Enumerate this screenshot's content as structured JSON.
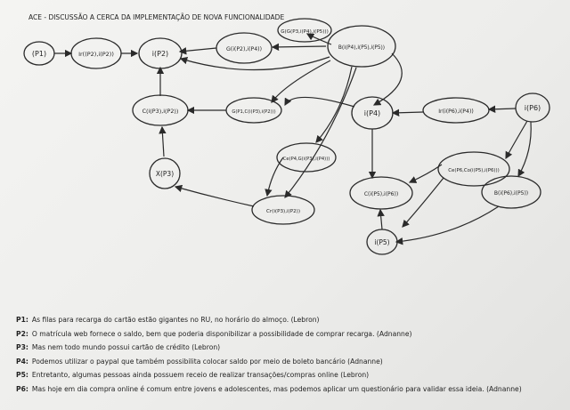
{
  "title": "ACE - DISCUSSÃO A CERCA DA IMPLEMENTAÇÃO DE NOVA FUNCIONALIDADE",
  "nodes": {
    "p1": "(P1)",
    "ir_p2p2": "Ir((P2),i(P2))",
    "i_p2": "i(P2)",
    "g_p2p4": "G(i(P2),i(P4))",
    "g_p3p4p5": "G(G(P3,i(P4),i(P5)))",
    "b_p4p5": "B(i(P4),i(P5),i(P5))",
    "c_p3p2": "C(i(P3),i(P2))",
    "cg_p1": "G(P1,C(i(P3),i(P2)))",
    "i_p4": "i(P4)",
    "ir_p6": "Ir(i(P6),i(P4))",
    "i_p6": "i(P6)",
    "ce_p4": "Ce(P4,G(i(P3),i(P4)))",
    "x_p3": "X(P3)",
    "cg_p6": "Ce(P6,Co(i(P5),i(P6)))",
    "b_p6p5": "B(i(P6),i(P5))",
    "cr_p3": "Cr(i(P3),i(P2))",
    "c_p5p6": "C(i(P5),i(P6))",
    "i_p5": "i(P5)"
  },
  "notes": [
    {
      "tag": "P1:",
      "text": "As filas para recarga do cartão estão gigantes no RU, no horário do almoço. (Lebron)"
    },
    {
      "tag": "P2:",
      "text": "O matrícula web fornece o saldo, bem que poderia disponibilizar a possibilidade de comprar recarga. (Adnanne)"
    },
    {
      "tag": "P3:",
      "text": "Mas nem todo mundo possui cartão de crédito (Lebron)"
    },
    {
      "tag": "P4:",
      "text": "Podemos utilizar o paypal que também possibilita colocar saldo por meio de boleto bancário (Adnanne)"
    },
    {
      "tag": "P5:",
      "text": "Entretanto, algumas pessoas ainda possuem receio de realizar transações/compras online (Lebron)"
    },
    {
      "tag": "P6:",
      "text": "Mas hoje em dia compra online é comum entre jovens e adolescentes, mas podemos aplicar um questionário para validar essa ideia. (Adnanne)"
    }
  ]
}
